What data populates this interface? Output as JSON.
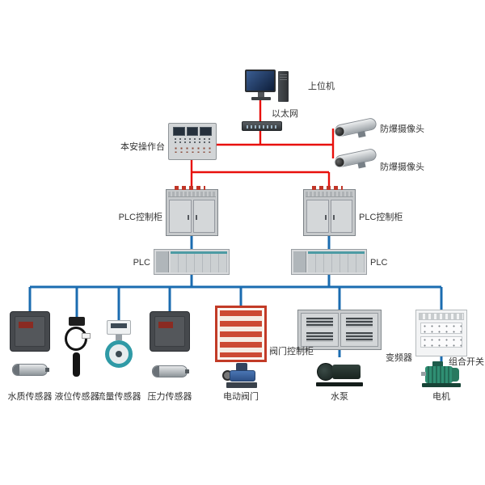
{
  "title": "PLC mine water control system topology",
  "colors": {
    "control_line": "#e8100c",
    "field_line": "#1b6cb0",
    "background": "#ffffff",
    "label_text": "#333333",
    "valve_cabinet_red": "#c23b27",
    "motor_green": "#2f8f73",
    "flow_sensor_teal": "#2f9aa6"
  },
  "labels": {
    "host": "上位机",
    "ethernet": "以太网",
    "console": "本安操作台",
    "camera_top": "防爆摄像头",
    "camera_bottom": "防爆摄像头",
    "plc_cabinet_left": "PLC控制柜",
    "plc_cabinet_right": "PLC控制柜",
    "plc_left": "PLC",
    "plc_right": "PLC",
    "valve_cabinet": "阀门控制柜",
    "vfd": "变频器",
    "combo_switch": "组合开关",
    "water_quality_sensor": "水质传感器",
    "level_sensor": "液位传感器",
    "flow_sensor": "流量传感器",
    "pressure_sensor": "压力传感器",
    "electric_valve": "电动阀门",
    "water_pump": "水泵",
    "motor": "电机"
  },
  "connections": {
    "control_network_red": [
      [
        "上位机",
        "以太网"
      ],
      [
        "以太网",
        "本安操作台"
      ],
      [
        "以太网",
        "防爆摄像头(上)"
      ],
      [
        "以太网",
        "防爆摄像头(下)"
      ],
      [
        "本安操作台",
        "PLC控制柜(左)"
      ],
      [
        "本安操作台",
        "PLC控制柜(右)"
      ]
    ],
    "field_bus_blue": [
      [
        "PLC控制柜(左)",
        "PLC(左)"
      ],
      [
        "PLC控制柜(右)",
        "PLC(右)"
      ],
      [
        "PLC总线",
        "水质传感器"
      ],
      [
        "PLC总线",
        "液位传感器"
      ],
      [
        "PLC总线",
        "流量传感器"
      ],
      [
        "PLC总线",
        "压力传感器"
      ],
      [
        "PLC总线",
        "阀门控制柜"
      ],
      [
        "PLC总线",
        "变频器"
      ],
      [
        "变频器",
        "水泵"
      ],
      [
        "PLC总线",
        "组合开关"
      ],
      [
        "组合开关",
        "电机"
      ]
    ]
  }
}
